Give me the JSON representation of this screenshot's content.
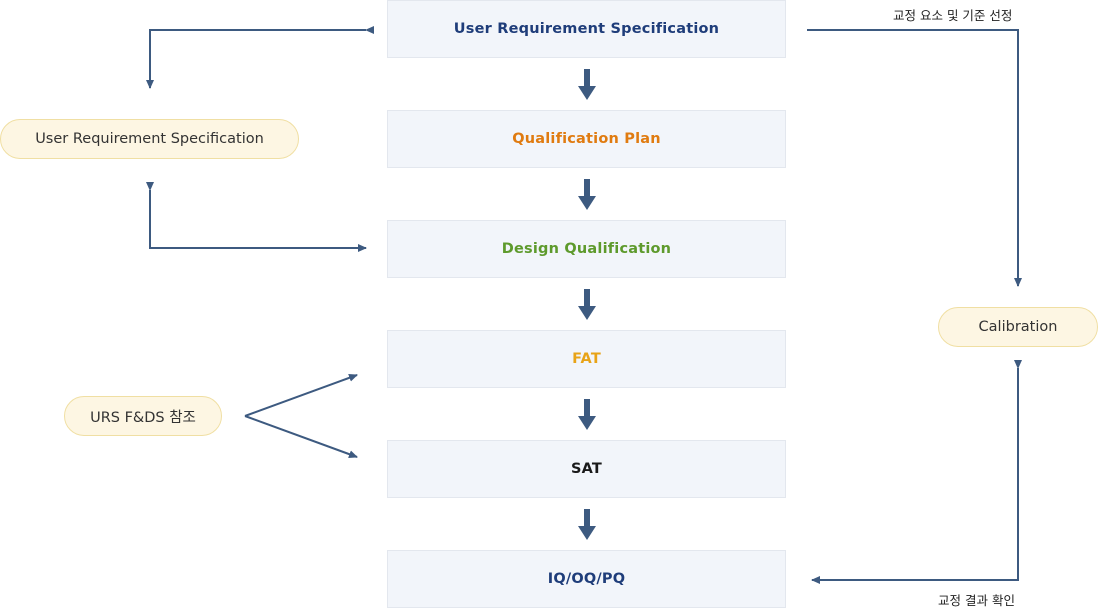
{
  "steps": [
    {
      "label": "User Requirement Specification",
      "color": "#1f3d7a"
    },
    {
      "label": "Qualification Plan",
      "color": "#e07b10"
    },
    {
      "label": "Design Qualification",
      "color": "#5e9a2c"
    },
    {
      "label": "FAT",
      "color": "#e8a317"
    },
    {
      "label": "SAT",
      "color": "#1a1a1a"
    },
    {
      "label": "IQ/OQ/PQ",
      "color": "#1f3d7a"
    }
  ],
  "side": {
    "urs": "User Requirement Specification",
    "ref": "URS F&DS 참조",
    "calibration": "Calibration"
  },
  "notes": {
    "calibration_select": "교정 요소 및 기준 선정",
    "calibration_check": "교정 결과 확인"
  },
  "colors": {
    "connector": "#3d5a80",
    "step_bg": "#f2f5fa",
    "pill_bg": "#fdf6e3",
    "pill_border": "#f0dfa3"
  }
}
